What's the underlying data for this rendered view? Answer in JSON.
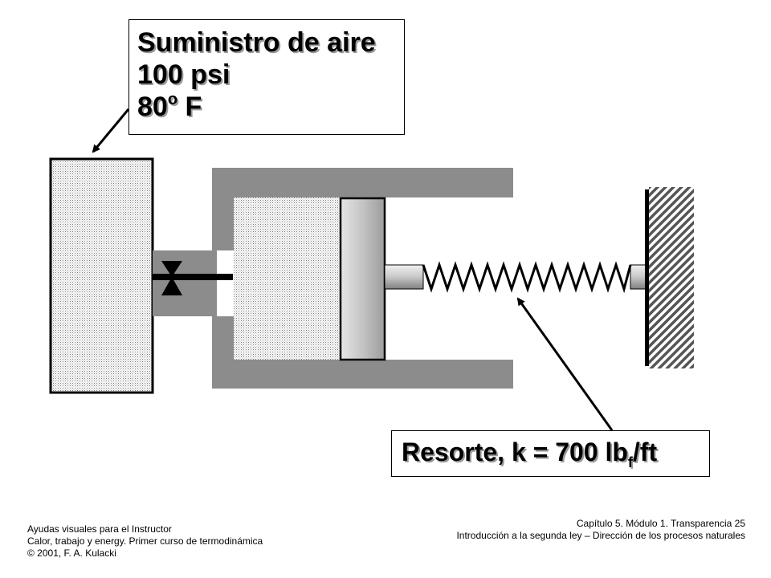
{
  "supply_label": {
    "line1": "Suministro de aire",
    "line2": "100 psi",
    "line3_number": "80",
    "line3_superscript": "o",
    "line3_unit": " F"
  },
  "spring_label": {
    "prefix": "Resorte, k = 700 lb",
    "subscript": "f",
    "suffix": "/ft"
  },
  "footer": {
    "left": [
      "Ayudas visuales para el Instructor",
      "Calor, trabajo y energy.  Primer curso de termodinámica",
      "© 2001,  F. A. Kulacki"
    ],
    "right": [
      "Capítulo 5. Módulo 1. Transparencia  25",
      "Introducción a la segunda ley – Dirección de los procesos naturales"
    ]
  },
  "colors": {
    "cylinder_wall": "#8c8c8c",
    "stipple_fill": "#d6d6d6",
    "piston_fill": "#c8c8c8",
    "wall_hatch": "#555555"
  },
  "icons": [
    "valve-icon",
    "spring-icon",
    "hatched-wall-icon",
    "arrow-icon"
  ]
}
